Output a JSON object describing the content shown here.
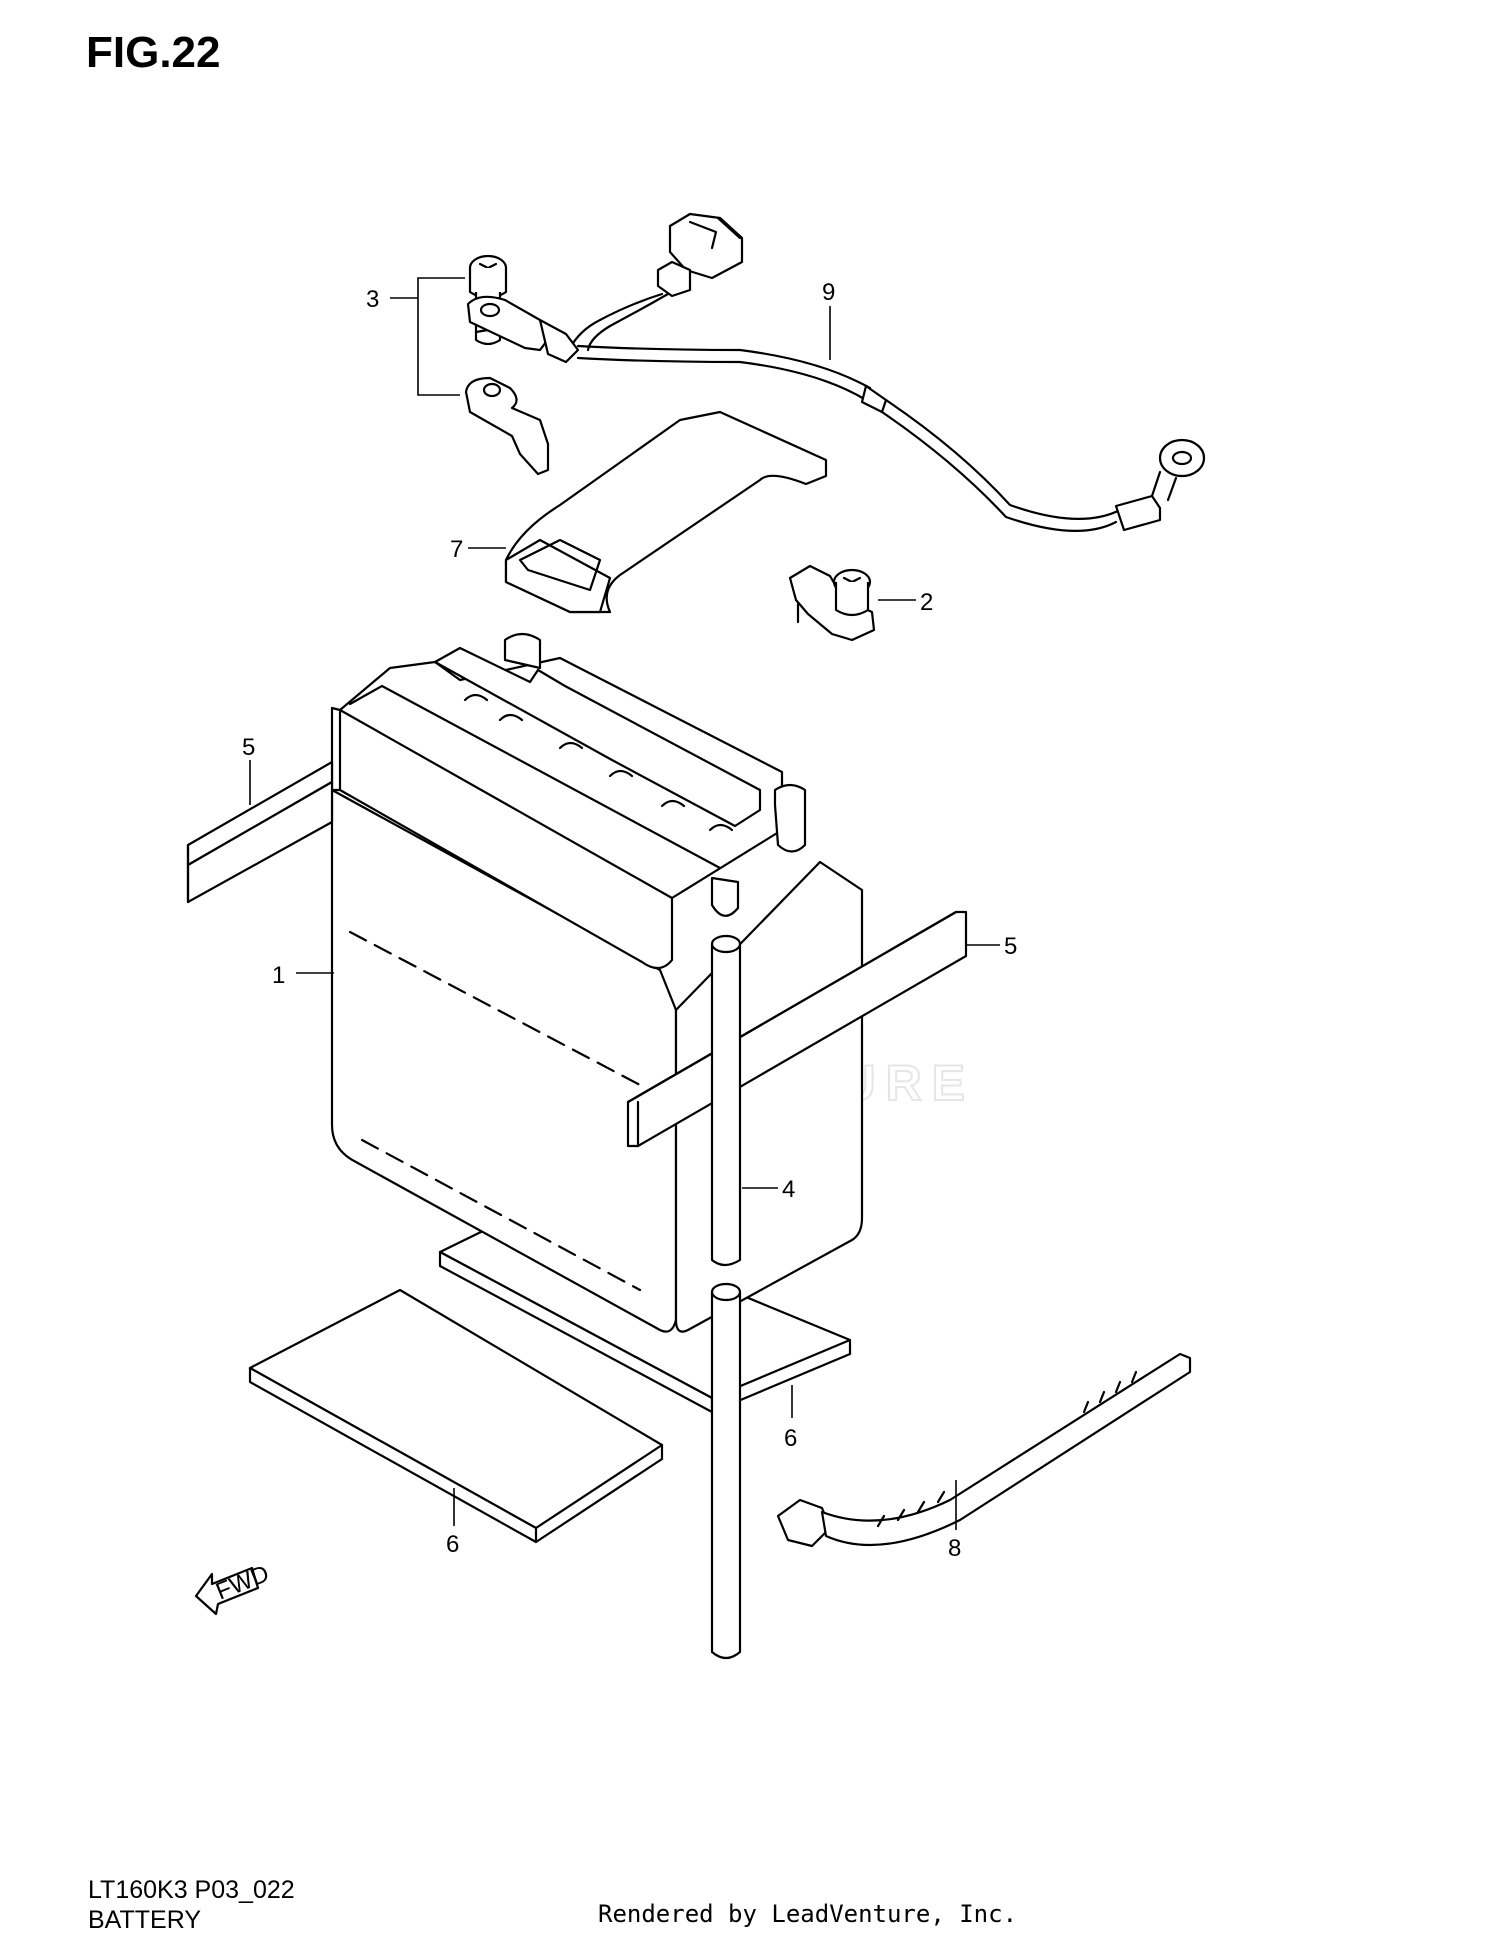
{
  "figure": {
    "title": "FIG.22",
    "model_code": "LT160K3 P03_022",
    "section_name": "BATTERY",
    "credit": "Rendered by LeadVenture, Inc.",
    "watermark": "LEADVENTURE",
    "fwd_label": "FWD"
  },
  "callouts": [
    {
      "id": "battery",
      "label": "1"
    },
    {
      "id": "terminal-bolt-nut",
      "label": "2"
    },
    {
      "id": "bolt-set",
      "label": "3"
    },
    {
      "id": "breather-hose",
      "label": "4"
    },
    {
      "id": "cushion-upper-left",
      "label": "5"
    },
    {
      "id": "cushion-upper-right",
      "label": "5"
    },
    {
      "id": "cushion-lower-right",
      "label": "6"
    },
    {
      "id": "cushion-lower-left",
      "label": "6"
    },
    {
      "id": "battery-band",
      "label": "7"
    },
    {
      "id": "cable-tie",
      "label": "8"
    },
    {
      "id": "lead-wire",
      "label": "9"
    }
  ]
}
